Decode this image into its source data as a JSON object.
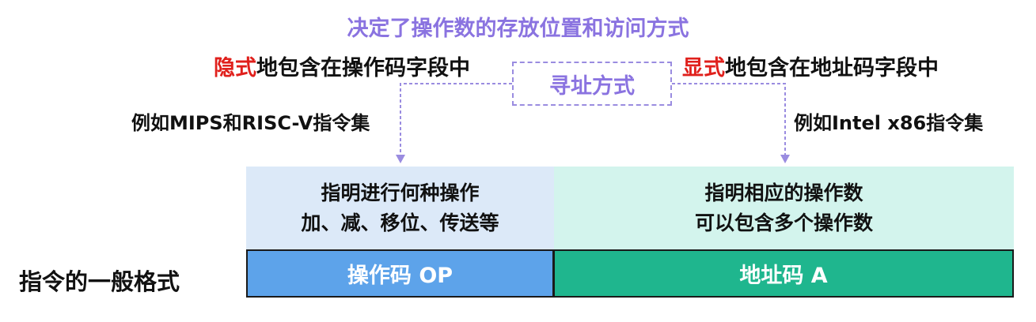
{
  "top_title": "决定了操作数的存放位置和访问方式",
  "addressing_mode": "寻址方式",
  "left": {
    "emph": "隐式",
    "rest": "地包含在操作码字段中",
    "example": "例如MIPS和RISC-V指令集"
  },
  "right": {
    "emph": "显式",
    "rest": "地包含在地址码字段中",
    "example": "例如Intel x86指令集"
  },
  "opcode_desc": {
    "line1": "指明进行何种操作",
    "line2": "加、减、移位、传送等"
  },
  "address_desc": {
    "line1": "指明相应的操作数",
    "line2": "可以包含多个操作数"
  },
  "format": {
    "label": "指令的一般格式",
    "opcode": "操作码 OP",
    "address": "地址码 A"
  },
  "colors": {
    "accent_purple": "#8a73e0",
    "emphasis_red": "#e0201c",
    "opcode_fill": "#5da3ea",
    "address_fill": "#1fb68e",
    "opcode_desc_fill": "#dce9f8",
    "address_desc_fill": "#d3f4ed"
  }
}
